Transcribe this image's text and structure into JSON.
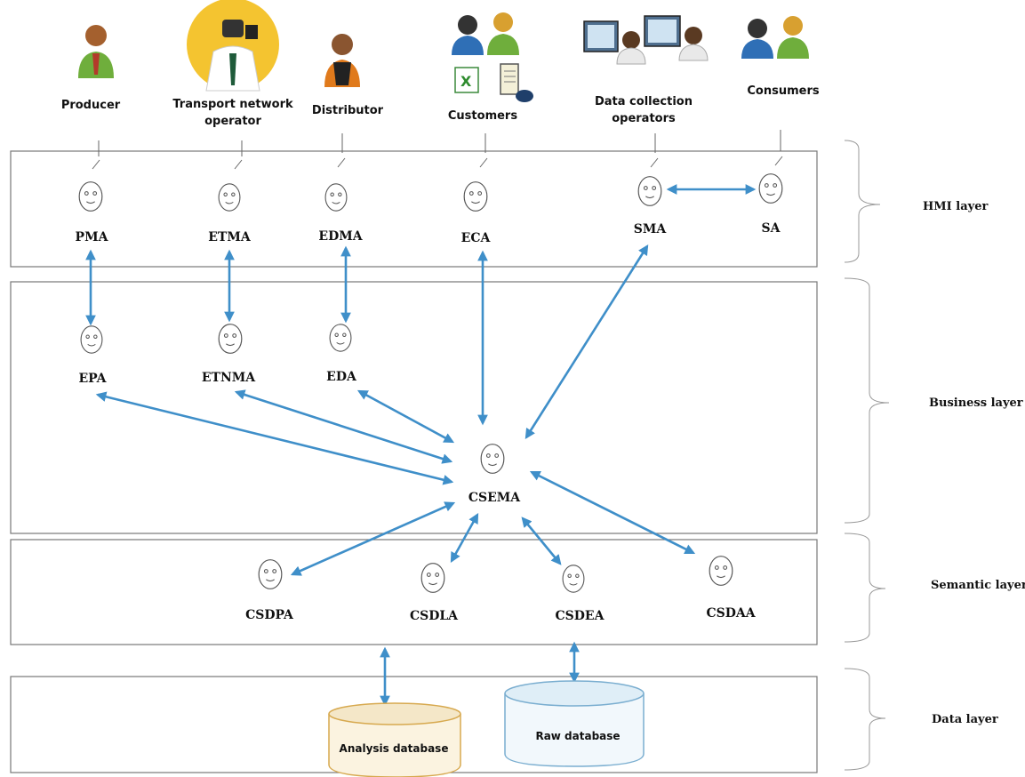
{
  "actors": {
    "producer": "Producer",
    "transport_line1": "Transport network",
    "transport_line2": "operator",
    "distributor": "Distributor",
    "customers": "Customers",
    "data_collection_line1": "Data collection",
    "data_collection_line2": "operators",
    "consumers": "Consumers"
  },
  "agents": {
    "pma": "PMA",
    "etma": "ETMA",
    "edma": "EDMA",
    "eca": "ECA",
    "sma": "SMA",
    "sa": "SA",
    "epa": "EPA",
    "etnma": "ETNMA",
    "eda": "EDA",
    "csema": "CSEMA",
    "csdpa": "CSDPA",
    "csdla": "CSDLA",
    "csdea": "CSDEA",
    "csdaa": "CSDAA"
  },
  "databases": {
    "analysis": "Analysis database",
    "raw": "Raw database"
  },
  "layers": {
    "hmi": "HMI layer",
    "business": "Business layer",
    "semantic": "Semantic layer",
    "data": "Data layer"
  },
  "colors": {
    "arrow": "#3f8fc9",
    "analysis_db": "#f4e7c8",
    "raw_db": "#dfeef7"
  }
}
